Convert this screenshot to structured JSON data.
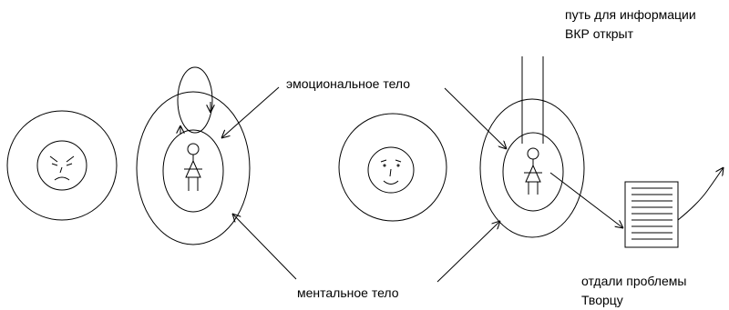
{
  "labels": {
    "emotional_body": "эмоциональное тело",
    "mental_body": "ментальное тело",
    "info_path_line1": "путь для информации",
    "info_path_line2": "ВКР открыт",
    "gave_problems_line1": "отдали проблемы",
    "gave_problems_line2": "Творцу"
  },
  "figures": [
    {
      "id": "angry-face",
      "face": "angry"
    },
    {
      "id": "person-with-loop",
      "face": "stick-figure"
    },
    {
      "id": "smiling-face",
      "face": "smile"
    },
    {
      "id": "person-with-channel",
      "face": "stick-figure"
    }
  ],
  "colors": {
    "ink": "#000000",
    "background": "#ffffff"
  }
}
